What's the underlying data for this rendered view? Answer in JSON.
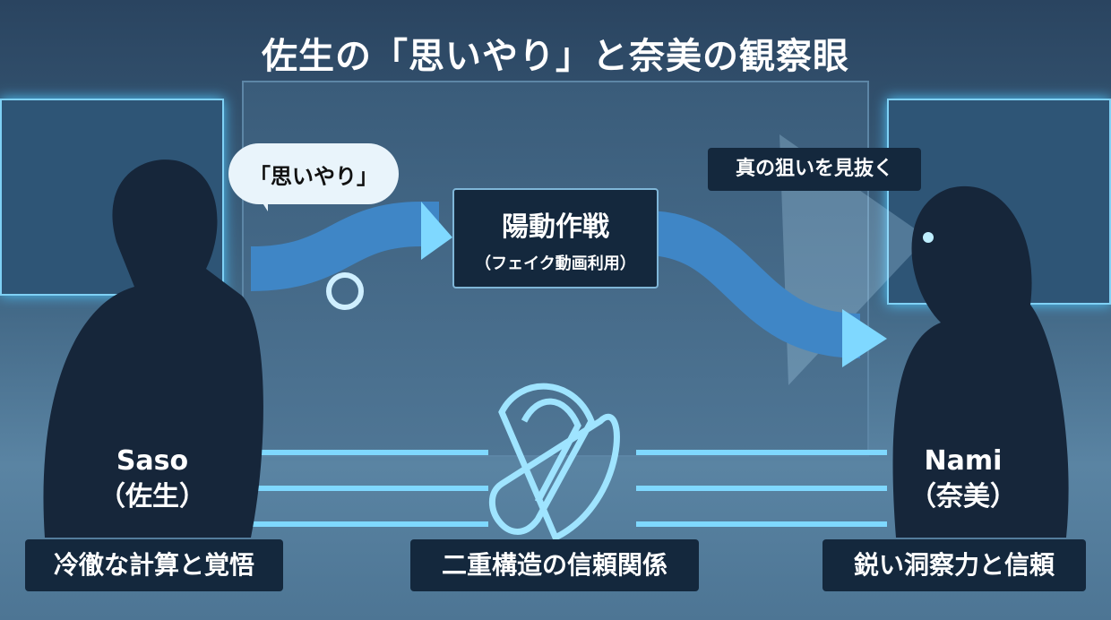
{
  "title": "佐生の「思いやり」と奈美の観察眼",
  "speech_bubble": "「思いやり」",
  "center_box": {
    "title": "陽動作戦",
    "subtitle": "（フェイク動画利用）"
  },
  "nami_caption": "真の狙いを見抜く",
  "saso": {
    "name": "Saso",
    "name_jp": "（佐生）",
    "label": "冷徹な計算と覚悟"
  },
  "nami": {
    "name": "Nami",
    "name_jp": "（奈美）",
    "label": "鋭い洞察力と信頼"
  },
  "center_label": "二重構造の信頼関係",
  "colors": {
    "glow": "#7fd8ff",
    "dark": "#14283d",
    "silhouette": "#16263a"
  }
}
